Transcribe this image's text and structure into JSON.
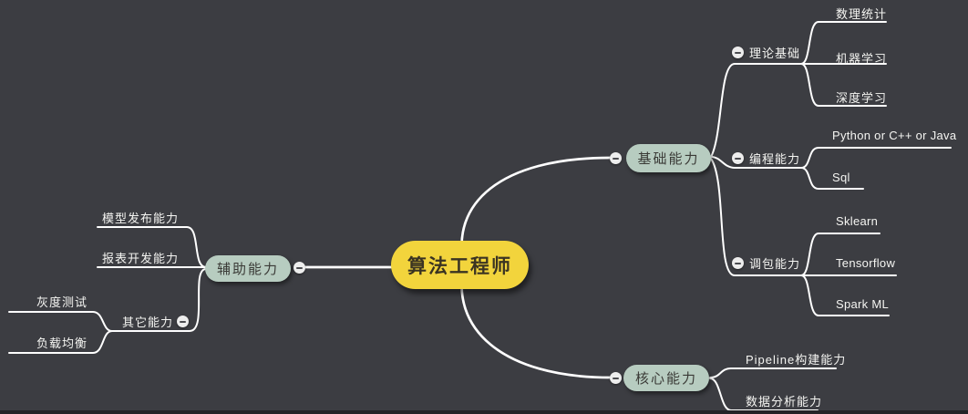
{
  "canvas": {
    "background": "#3c3d42",
    "line_color": "#ffffff",
    "root_fill": "#f2d43c",
    "branch_fill": "#b7ccc0"
  },
  "map": {
    "root": {
      "label": "算法工程师"
    },
    "basic": {
      "label": "基础能力",
      "theory": {
        "label": "理论基础",
        "items": [
          {
            "label": "数理统计"
          },
          {
            "label": "机器学习"
          },
          {
            "label": "深度学习"
          }
        ]
      },
      "coding": {
        "label": "编程能力",
        "items": [
          {
            "label": "Python or C++ or Java"
          },
          {
            "label": "Sql"
          }
        ]
      },
      "packages": {
        "label": "调包能力",
        "items": [
          {
            "label": "Sklearn"
          },
          {
            "label": "Tensorflow"
          },
          {
            "label": "Spark ML"
          }
        ]
      }
    },
    "core": {
      "label": "核心能力",
      "items": [
        {
          "label": "Pipeline构建能力"
        },
        {
          "label": "数据分析能力"
        }
      ]
    },
    "aux": {
      "label": "辅助能力",
      "items": [
        {
          "label": "模型发布能力"
        },
        {
          "label": "报表开发能力"
        }
      ],
      "other": {
        "label": "其它能力",
        "items": [
          {
            "label": "灰度测试"
          },
          {
            "label": "负载均衡"
          }
        ]
      }
    }
  }
}
